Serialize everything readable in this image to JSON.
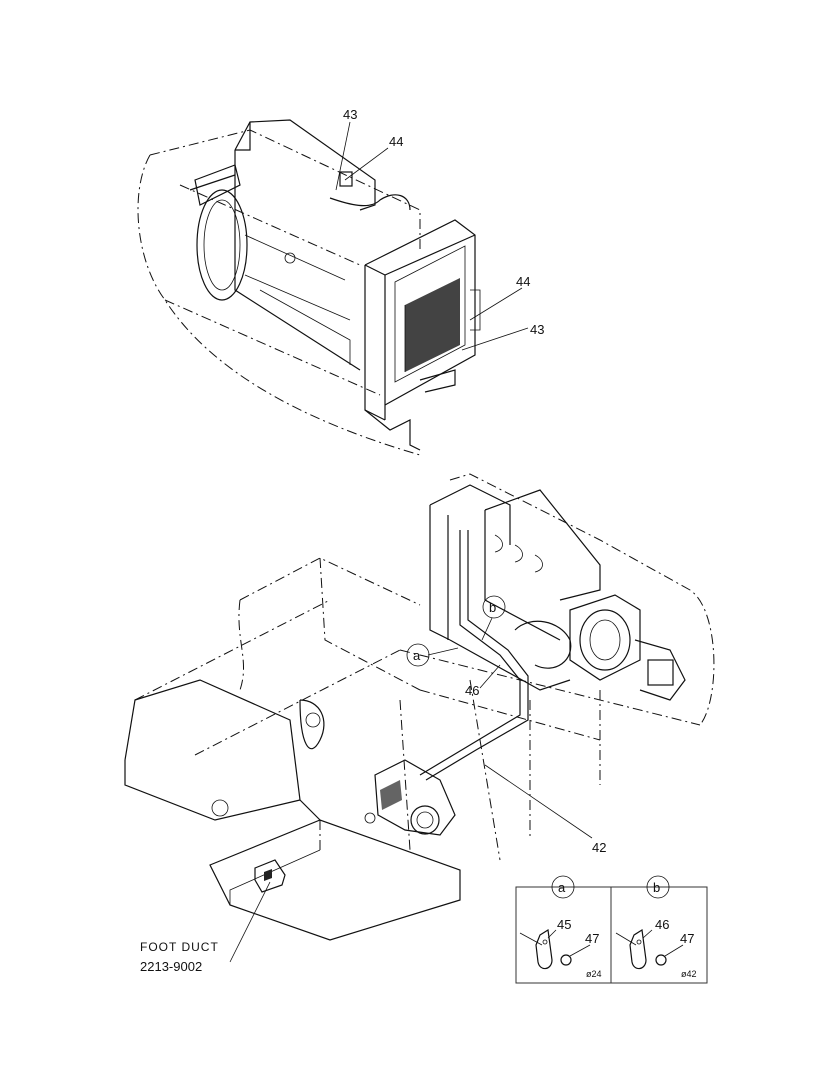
{
  "callouts": {
    "c43_top": "43",
    "c44_top": "44",
    "c44_right": "44",
    "c43_right": "43",
    "c46_mid": "46",
    "c42": "42"
  },
  "circles": {
    "a_main": "a",
    "b_main": "b"
  },
  "foot_duct": {
    "name": "FOOT DUCT",
    "part_no": "2213-9002"
  },
  "detail_a": {
    "tag": "a",
    "clamp": "45",
    "nut": "47",
    "dia": "ø24"
  },
  "detail_b": {
    "tag": "b",
    "clamp": "46",
    "nut": "47",
    "dia": "ø42"
  }
}
